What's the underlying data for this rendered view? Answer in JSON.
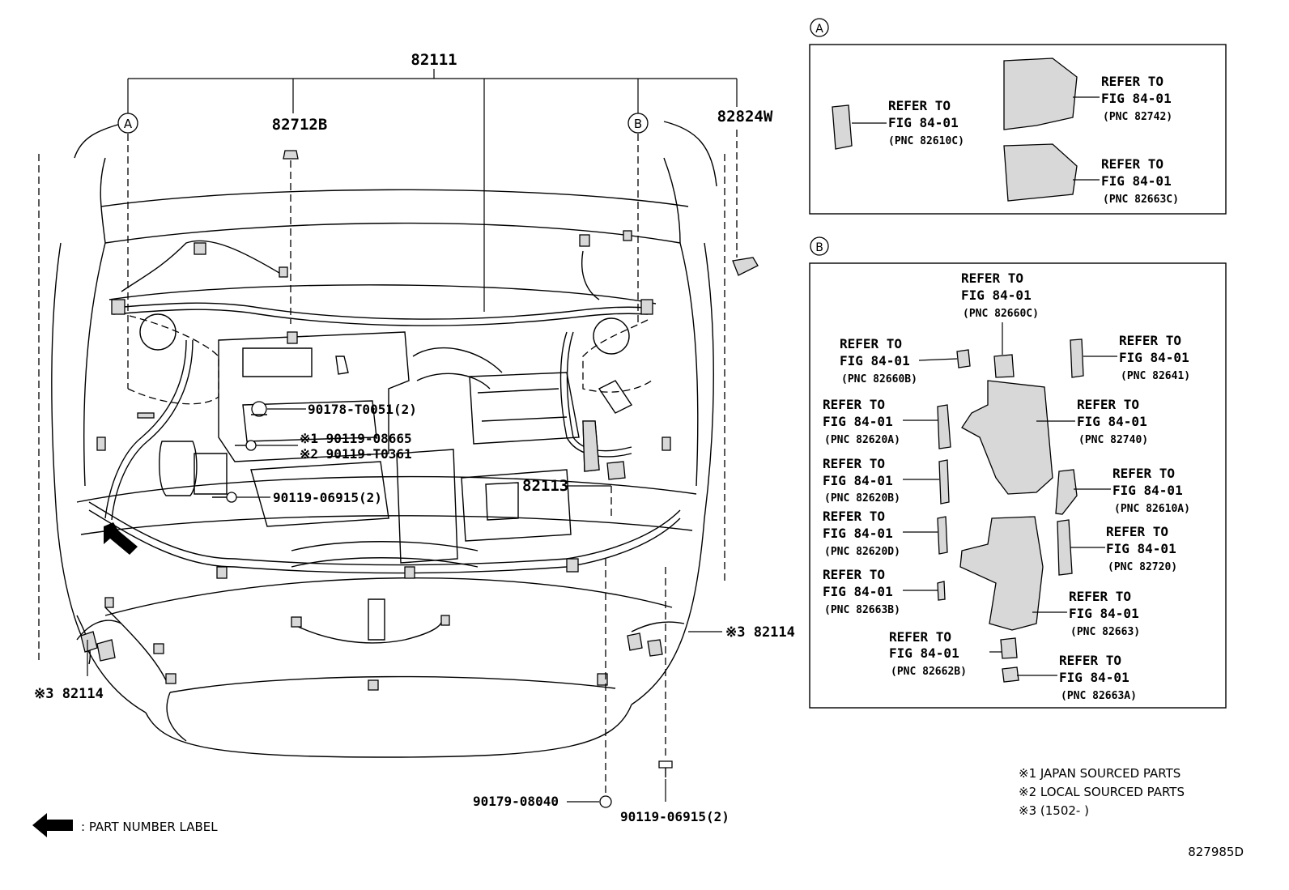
{
  "diagram_id": "827985D",
  "main_harness": "82111",
  "callouts_left": {
    "c_82712B": "82712B",
    "c_82824W": "82824W",
    "c_90178": "90178-T0051(2)",
    "c_90119_08665": "※1 90119-08665",
    "c_90119_T0361": "※2 90119-T0361",
    "c_90119_06915a": "90119-06915(2)",
    "c_82113": "82113",
    "c_82114_left": "※3 82114",
    "c_82114_right": "※3 82114",
    "c_90179": "90179-08040",
    "c_90119_06915b": "90119-06915(2)"
  },
  "markers": {
    "a": "A",
    "b": "B"
  },
  "refer": {
    "l1": "REFER TO",
    "l2": "FIG 84-01"
  },
  "box_a": {
    "items": [
      {
        "pnc": "(PNC 82610C)"
      },
      {
        "pnc": "(PNC 82742)"
      },
      {
        "pnc": "(PNC 82663C)"
      }
    ]
  },
  "box_b": {
    "items": [
      {
        "pnc": "(PNC 82660C)"
      },
      {
        "pnc": "(PNC 82660B)"
      },
      {
        "pnc": "(PNC 82641)"
      },
      {
        "pnc": "(PNC 82620A)"
      },
      {
        "pnc": "(PNC 82740)"
      },
      {
        "pnc": "(PNC 82620B)"
      },
      {
        "pnc": "(PNC 82610A)"
      },
      {
        "pnc": "(PNC 82620D)"
      },
      {
        "pnc": "(PNC 82720)"
      },
      {
        "pnc": "(PNC 82663B)"
      },
      {
        "pnc": "(PNC 82663)"
      },
      {
        "pnc": "(PNC 82662B)"
      },
      {
        "pnc": "(PNC 82663A)"
      }
    ]
  },
  "notes": {
    "n1": "※1 JAPAN SOURCED PARTS",
    "n2": "※2 LOCAL SOURCED PARTS",
    "n3": "※3 (1502-      )"
  },
  "legend": {
    "text": ":  PART NUMBER LABEL"
  }
}
